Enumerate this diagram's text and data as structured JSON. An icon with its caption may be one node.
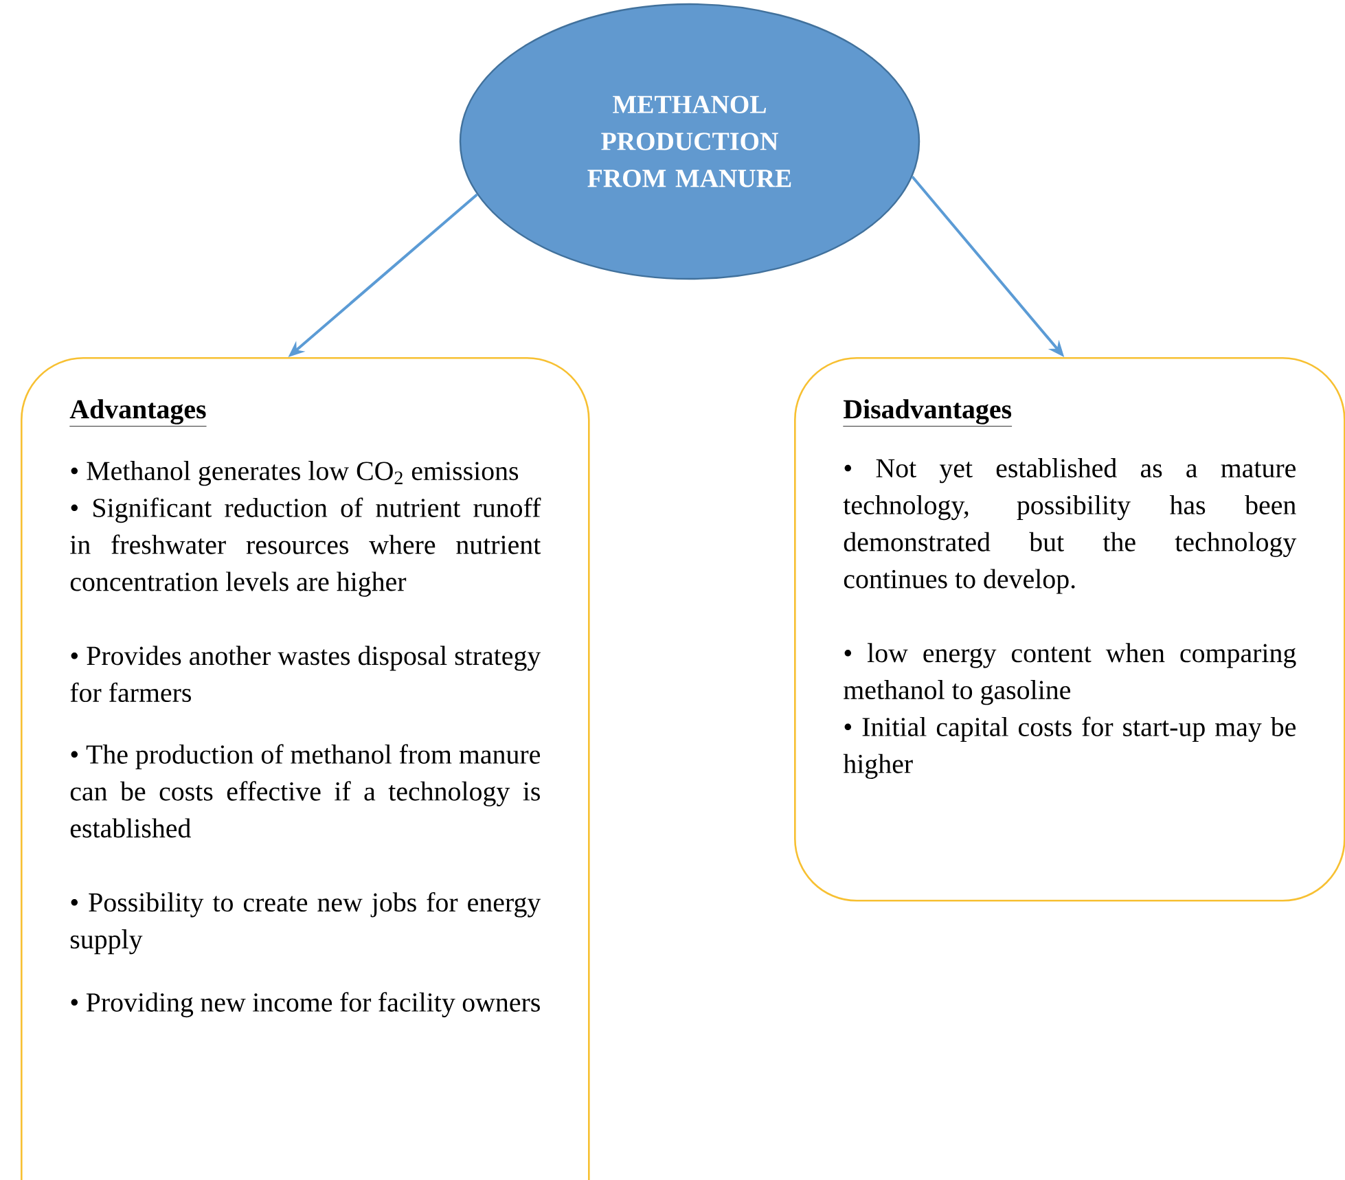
{
  "diagram": {
    "nodes": [
      {
        "text": [
          "METHANOL PRODUCTION FROM MANURE"
        ]
      },
      {
        "text": [
          "Advantages",
          "• Methanol generates low CO$_{2}$ emissions",
          "• Significant reduction of nutrient runoff in freshwater resources where nutrient concentration levels are higher",
          "• Provides another wastes disposal strategy for farmers",
          "• The production of methanol from manure can be costs effective if a technology is established",
          "• Possibility to create new jobs for energy supply",
          "• Providing new income for facility owners"
        ]
      },
      {
        "text": [
          "Disadvantages",
          "• Not yet established as a mature technology, possibility has been demonstrated but the technology continues to develop.",
          "• low energy content when comparing methanol to gasoline",
          "• Initial capital costs for start-up may be higher"
        ]
      }
    ],
    "edges": [
      {
        "from": 0,
        "to": 1,
        "arrow": "to"
      },
      {
        "from": 0,
        "to": 2,
        "arrow": "to"
      }
    ]
  }
}
